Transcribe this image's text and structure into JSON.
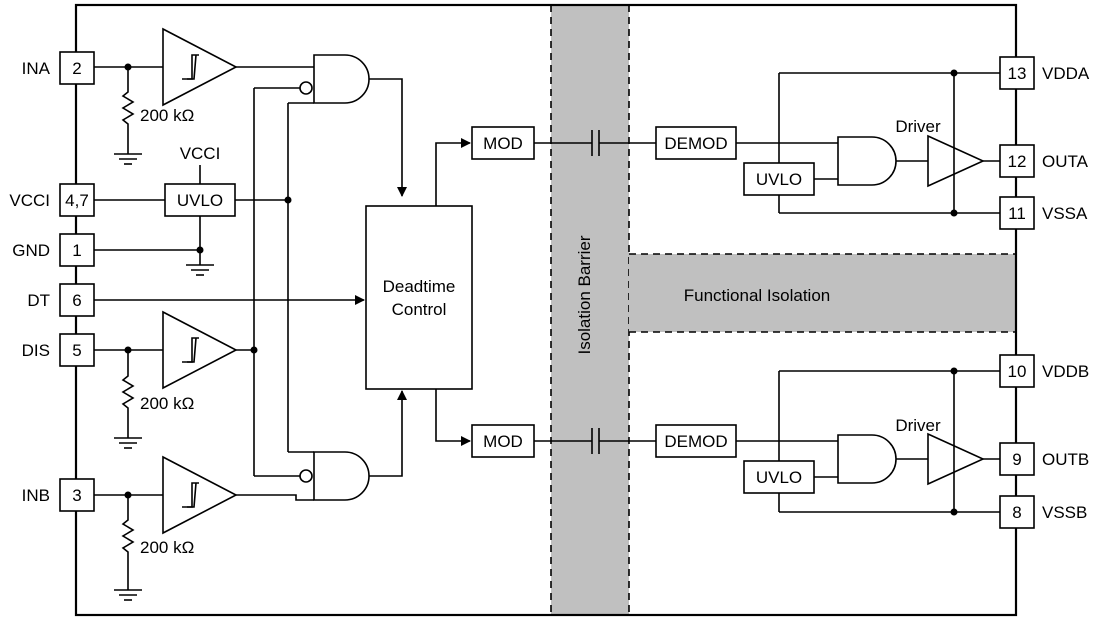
{
  "pins": {
    "ina": {
      "number": "2",
      "name": "INA"
    },
    "vcci": {
      "number": "4,7",
      "name": "VCCI"
    },
    "gnd": {
      "number": "1",
      "name": "GND"
    },
    "dt": {
      "number": "6",
      "name": "DT"
    },
    "dis": {
      "number": "5",
      "name": "DIS"
    },
    "inb": {
      "number": "3",
      "name": "INB"
    },
    "vdda": {
      "number": "13",
      "name": "VDDA"
    },
    "outa": {
      "number": "12",
      "name": "OUTA"
    },
    "vssa": {
      "number": "11",
      "name": "VSSA"
    },
    "vddb": {
      "number": "10",
      "name": "VDDB"
    },
    "outb": {
      "number": "9",
      "name": "OUTB"
    },
    "vssb": {
      "number": "8",
      "name": "VSSB"
    }
  },
  "resistor_label": "200 kΩ",
  "vcci_label": "VCCI",
  "uvlo_label": "UVLO",
  "deadtime": {
    "line1": "Deadtime",
    "line2": "Control"
  },
  "mod_label": "MOD",
  "demod_label": "DEMOD",
  "driver_label": "Driver",
  "isolation_barrier_label": "Isolation Barrier",
  "functional_isolation_label": "Functional Isolation",
  "colors": {
    "isolation_fill": "#c0c0c0"
  }
}
